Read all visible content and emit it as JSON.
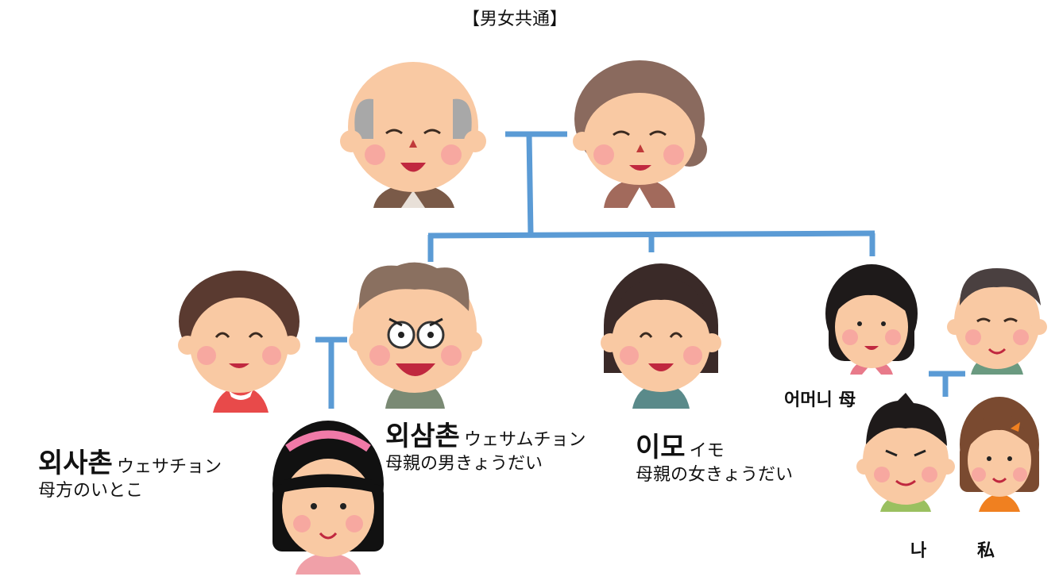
{
  "title": "【男女共通】",
  "relatives": {
    "oesachon": {
      "korean": "외사촌",
      "reading": "ウェサチョン",
      "meaning": "母方のいとこ"
    },
    "oesamchon": {
      "korean": "외삼촌",
      "reading": "ウェサムチョン",
      "meaning": "母親の男きょうだい"
    },
    "imo": {
      "korean": "이모",
      "reading": "イモ",
      "meaning": "母親の女きょうだい"
    },
    "mother": {
      "korean": "어머니",
      "japanese": "母"
    },
    "me_male": "나",
    "me_female": "私"
  },
  "colors": {
    "line": "#5b9bd5"
  }
}
